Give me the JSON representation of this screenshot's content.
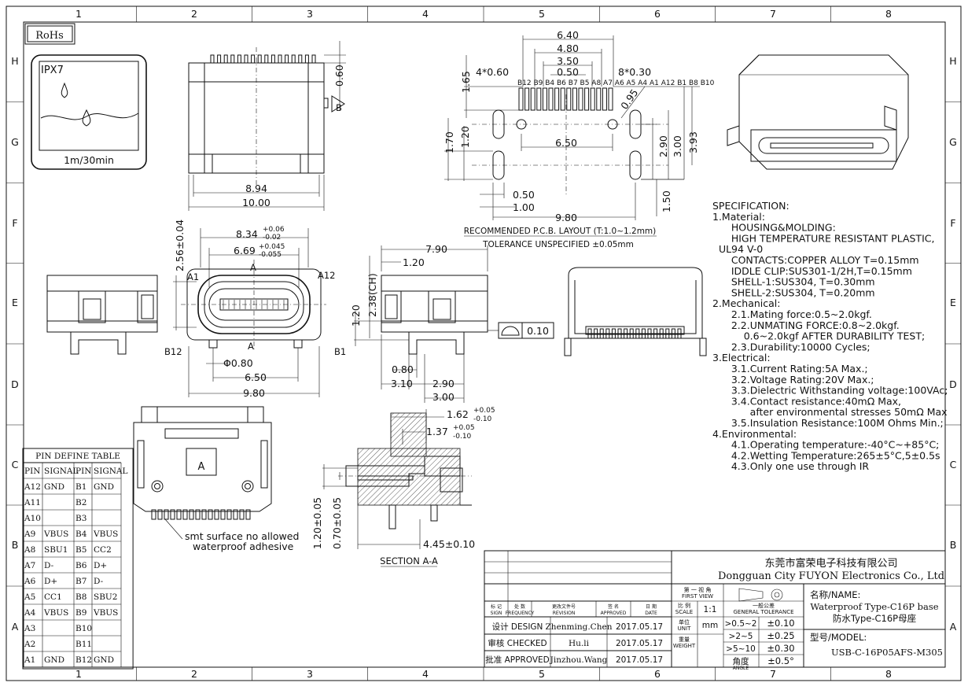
{
  "rohs_label": "RoHs",
  "ipx": {
    "rating": "IPX7",
    "depth": "1m/30min"
  },
  "grid": {
    "columns": [
      "1",
      "2",
      "3",
      "4",
      "5",
      "6",
      "7",
      "8"
    ],
    "rows": [
      "H",
      "G",
      "F",
      "E",
      "D",
      "C",
      "B",
      "A"
    ]
  },
  "dims": {
    "top_view": {
      "d1": "0.60",
      "d2": "8.94",
      "d3": "10.00",
      "b_label": "B"
    },
    "pcb": {
      "d640": "6.40",
      "d480": "4.80",
      "d350": "3.50",
      "d050": "0.50",
      "d830": "8*0.30",
      "d460": "4*0.60",
      "d165": "1.65",
      "d095": "0.95",
      "d170": "1.70",
      "d120": "1.20",
      "d650": "6.50",
      "d290": "2.90",
      "d300": "3.00",
      "d393": "3.93",
      "d050b": "0.50",
      "d100": "1.00",
      "d980": "9.80",
      "d150": "1.50",
      "pins_label": "B12 B9 B4 B6 B7 B5 A8 A7 A6 A5 A4 A1 A12 B1 B8 B10"
    },
    "front": {
      "d834": "8.34",
      "t834u": "+0.06",
      "t834l": "-0.02",
      "d669": "6.69",
      "t669u": "+0.045",
      "t669l": "-0.055",
      "d256": "2.56±0.04",
      "d080": "Φ0.80",
      "d650": "6.50",
      "d980": "9.80",
      "a1": "A1",
      "a12": "A12",
      "b12": "B12",
      "b1": "B1",
      "a": "A"
    },
    "side": {
      "d790": "7.90",
      "d120": "1.20",
      "d238": "2.38(CH)",
      "d120v": "1.20",
      "d080": "0.80",
      "d310": "3.10",
      "d290": "2.90",
      "d300": "3.00",
      "flat": "0.10"
    },
    "section": {
      "d162": "1.62",
      "t162u": "+0.05",
      "t162l": "-0.10",
      "d137": "1.37",
      "t137u": "+0.05",
      "t137l": "-0.10",
      "d120": "1.20±0.05",
      "d070": "0.70±0.05",
      "d445": "4.45±0.10",
      "title": "SECTION A-A"
    },
    "bottom_view": {
      "letter": "A",
      "note1": "smt surface no allowed",
      "note2": "waterproof adhesive"
    }
  },
  "pcb_layout": {
    "title": "RECOMMENDED  P.C.B. LAYOUT (T:1.0~1.2mm)",
    "tolerance": "TOLERANCE UNSPECIFIED ±0.05mm"
  },
  "specification": [
    "SPECIFICATION:",
    "1.Material:",
    "   HOUSING&MOLDING:",
    "   HIGH TEMPERATURE RESISTANT PLASTIC,",
    " UL94 V-0",
    "   CONTACTS:COPPER ALLOY T=0.15mm",
    "   IDDLE CLIP:SUS301-1/2H,T=0.15mm",
    "   SHELL-1:SUS304, T=0.30mm",
    "   SHELL-2:SUS304, T=0.20mm",
    "2.Mechanical:",
    "   2.1.Mating force:0.5~2.0kgf.",
    "   2.2.UNMATING FORCE:0.8~2.0kgf.",
    "     0.6~2.0kgf AFTER DURABILITY TEST;",
    "   2.3.Durability:10000 Cycles;",
    "3.Electrical:",
    "   3.1.Current Rating:5A Max.;",
    "   3.2.Voltage Rating:20V Max.;",
    "   3.3.Dielectric Withstanding voltage:100VAc;",
    "   3.4.Contact resistance:40mΩ Max,",
    "      after environmental stresses 50mΩ Max",
    "   3.5.Insulation Resistance:100M Ohms Min.;",
    "4.Environmental:",
    "   4.1.Operating temperature:-40°C~+85°C;",
    "   4.2.Wetting Temperature:265±5°C,5±0.5s",
    "   4.3.Only one use through IR"
  ],
  "pin_table": {
    "title": "PIN DEFINE TABLE",
    "headers": [
      "PIN",
      "SIGNAL",
      "PIN",
      "SIGNAL"
    ],
    "rows": [
      [
        "A12",
        "GND",
        "B1",
        "GND"
      ],
      [
        "A11",
        "",
        "B2",
        ""
      ],
      [
        "A10",
        "",
        "B3",
        ""
      ],
      [
        "A9",
        "VBUS",
        "B4",
        "VBUS"
      ],
      [
        "A8",
        "SBU1",
        "B5",
        "CC2"
      ],
      [
        "A7",
        "D-",
        "B6",
        "D+"
      ],
      [
        "A6",
        "D+",
        "B7",
        "D-"
      ],
      [
        "A5",
        "CC1",
        "B8",
        "SBU2"
      ],
      [
        "A4",
        "VBUS",
        "B9",
        "VBUS"
      ],
      [
        "A3",
        "",
        "B10",
        ""
      ],
      [
        "A2",
        "",
        "B11",
        ""
      ],
      [
        "A1",
        "GND",
        "B12",
        "GND"
      ]
    ]
  },
  "title_block": {
    "company_cn": "东莞市富荣电子科技有限公司",
    "company_en": "Dongguan City FUYON Electronics Co., Ltd",
    "name_label": "名称/NAME:",
    "name_en": "Waterproof Type-C16P base",
    "name_cn": "防水Type-C16P母座",
    "model_label": "型号/MODEL:",
    "model": "USB-C-16P05AFS-M305",
    "first_view": "第 一 视 角",
    "first_view_en": "FIRST VIEW",
    "headers": [
      "标 记\nSIGN",
      "处 数\nFREQUENCY",
      "更改文件号\nREVISION",
      "签 名\nAPPROVED",
      "日 期\nDATE"
    ],
    "rows": [
      {
        "role": "设计 DESIGN",
        "name": "Zhenming.Chen",
        "date": "2017.05.17"
      },
      {
        "role": "审核 CHECKED",
        "name": "Hu.li",
        "date": "2017.05.17"
      },
      {
        "role": "批准 APPROVED",
        "name": "Jinzhou.Wang",
        "date": "2017.05.17"
      }
    ],
    "scale_label": "比 例",
    "scale_en": "SCALE",
    "scale": "1:1",
    "unit_label": "单位",
    "unit_en": "UNIT",
    "unit": "mm",
    "weight_label": "重量",
    "weight_en": "WEIGHT",
    "tol_label": "一般公差",
    "tol_en": "GENERAL TOLERANCE",
    "tolerances": [
      {
        "range": ">0.5~2",
        "value": "±0.10"
      },
      {
        "range": ">2~5",
        "value": "±0.25"
      },
      {
        "range": ">5~10",
        "value": "±0.30"
      },
      {
        "range": "角度",
        "value": "±0.5°",
        "range_en": "ANGLE"
      }
    ]
  }
}
